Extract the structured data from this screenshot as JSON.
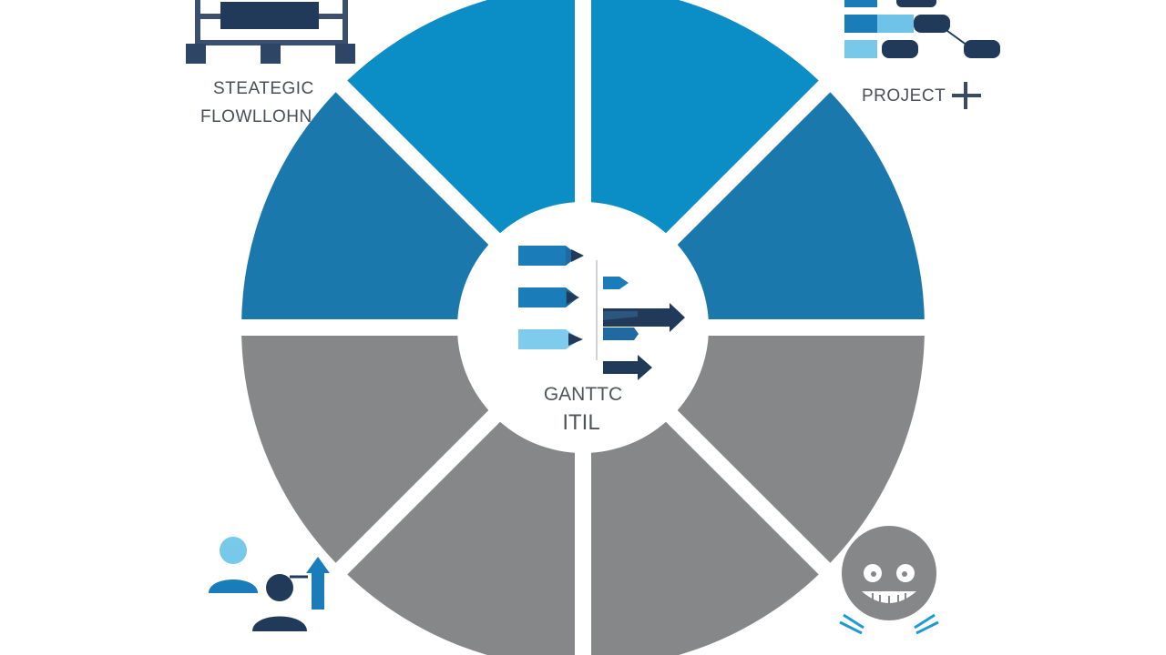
{
  "labels": {
    "top_left_line1": "STEATEGIC",
    "top_left_line2": "FLOWLLOHN",
    "top_right": "PROJECT",
    "center_line1": "GANTTC",
    "center_line2": "ITIL"
  },
  "colors": {
    "wheel_blue_dark": "#1a78ad",
    "wheel_blue_light": "#0c8dc4",
    "wheel_gray": "#858789",
    "navy": "#223a5a",
    "sky": "#78c8ea",
    "accent_blue": "#1a7dba"
  },
  "icons": {
    "top_left": "flowchart-icon",
    "top_right": "project-plus-icon",
    "center": "gantt-chart-icon",
    "bottom_left": "team-growth-icon",
    "bottom_right": "smiley-icon"
  }
}
